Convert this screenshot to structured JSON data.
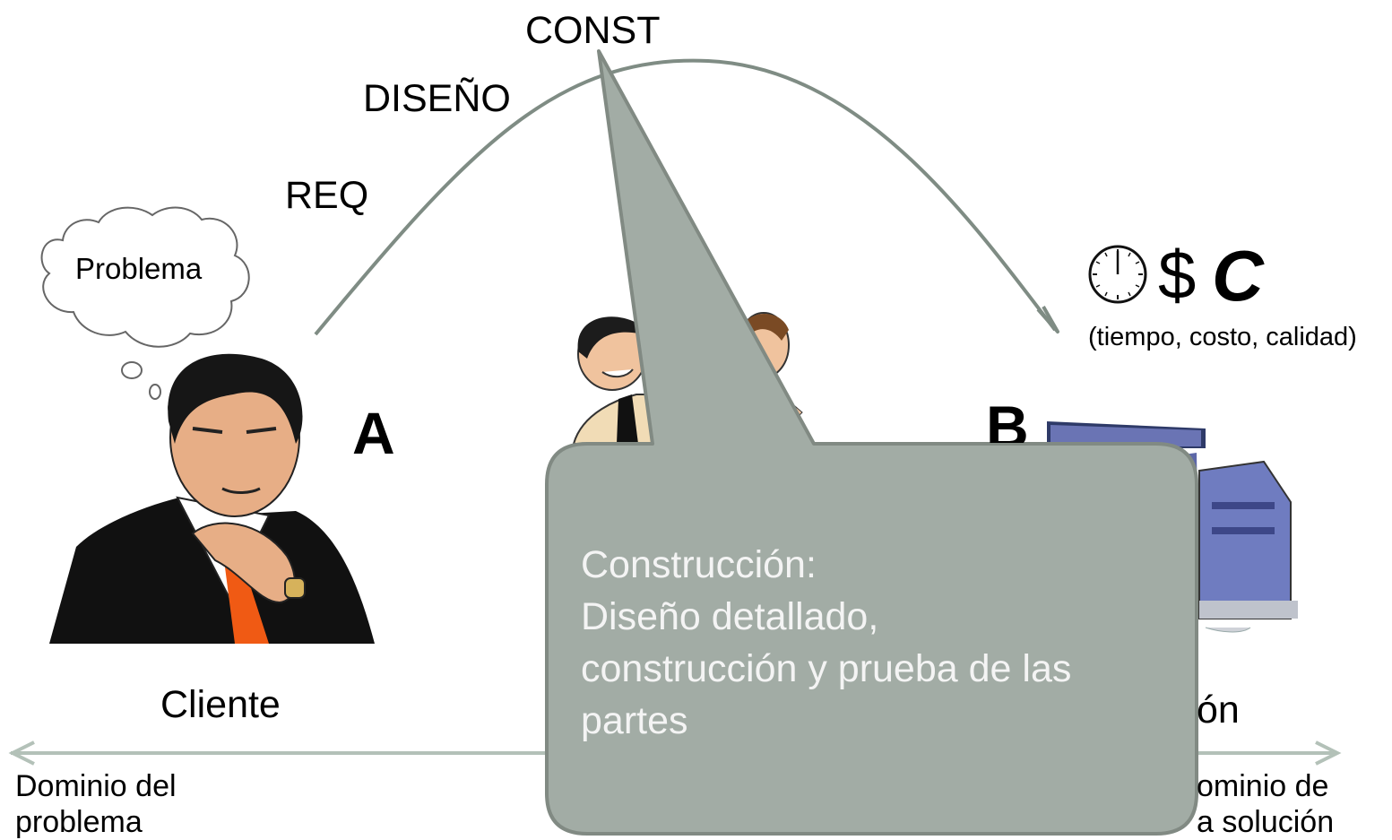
{
  "phases": {
    "req": "REQ",
    "diseno": "DISEÑO",
    "const": "CONST"
  },
  "points": {
    "a": "A",
    "b": "B"
  },
  "thought": {
    "text": "Problema"
  },
  "metrics": {
    "dollar": "$",
    "quality": "C",
    "caption": "(tiempo, costo, calidad)",
    "clock_icon": "clock-icon"
  },
  "people": {
    "cliente": "Cliente",
    "solucion_fragment": "ón"
  },
  "domains": {
    "left": "Dominio del problema",
    "right_line1": "ominio de",
    "right_line2": "a solución"
  },
  "callout": {
    "line1": "Construcción:",
    "line2": "Diseño detallado,",
    "line3": "construcción y prueba de las",
    "line4": "partes"
  },
  "colors": {
    "arc": "#7f8c84",
    "callout_fill": "#a2aca5",
    "callout_stroke": "#818a83",
    "axis": "#b3c1b8",
    "tie": "#f05a14"
  }
}
